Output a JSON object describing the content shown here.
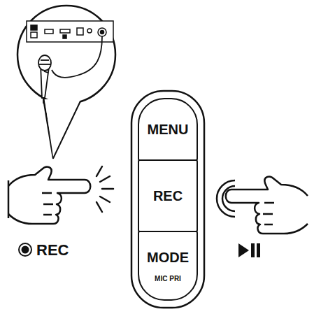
{
  "diagram": {
    "nodes": [
      {
        "text": [
          "MENU"
        ]
      },
      {
        "text": [
          "REC"
        ]
      },
      {
        "text": [
          "MODE",
          "MIC PRI"
        ]
      }
    ],
    "labels": [
      "REC"
    ]
  }
}
